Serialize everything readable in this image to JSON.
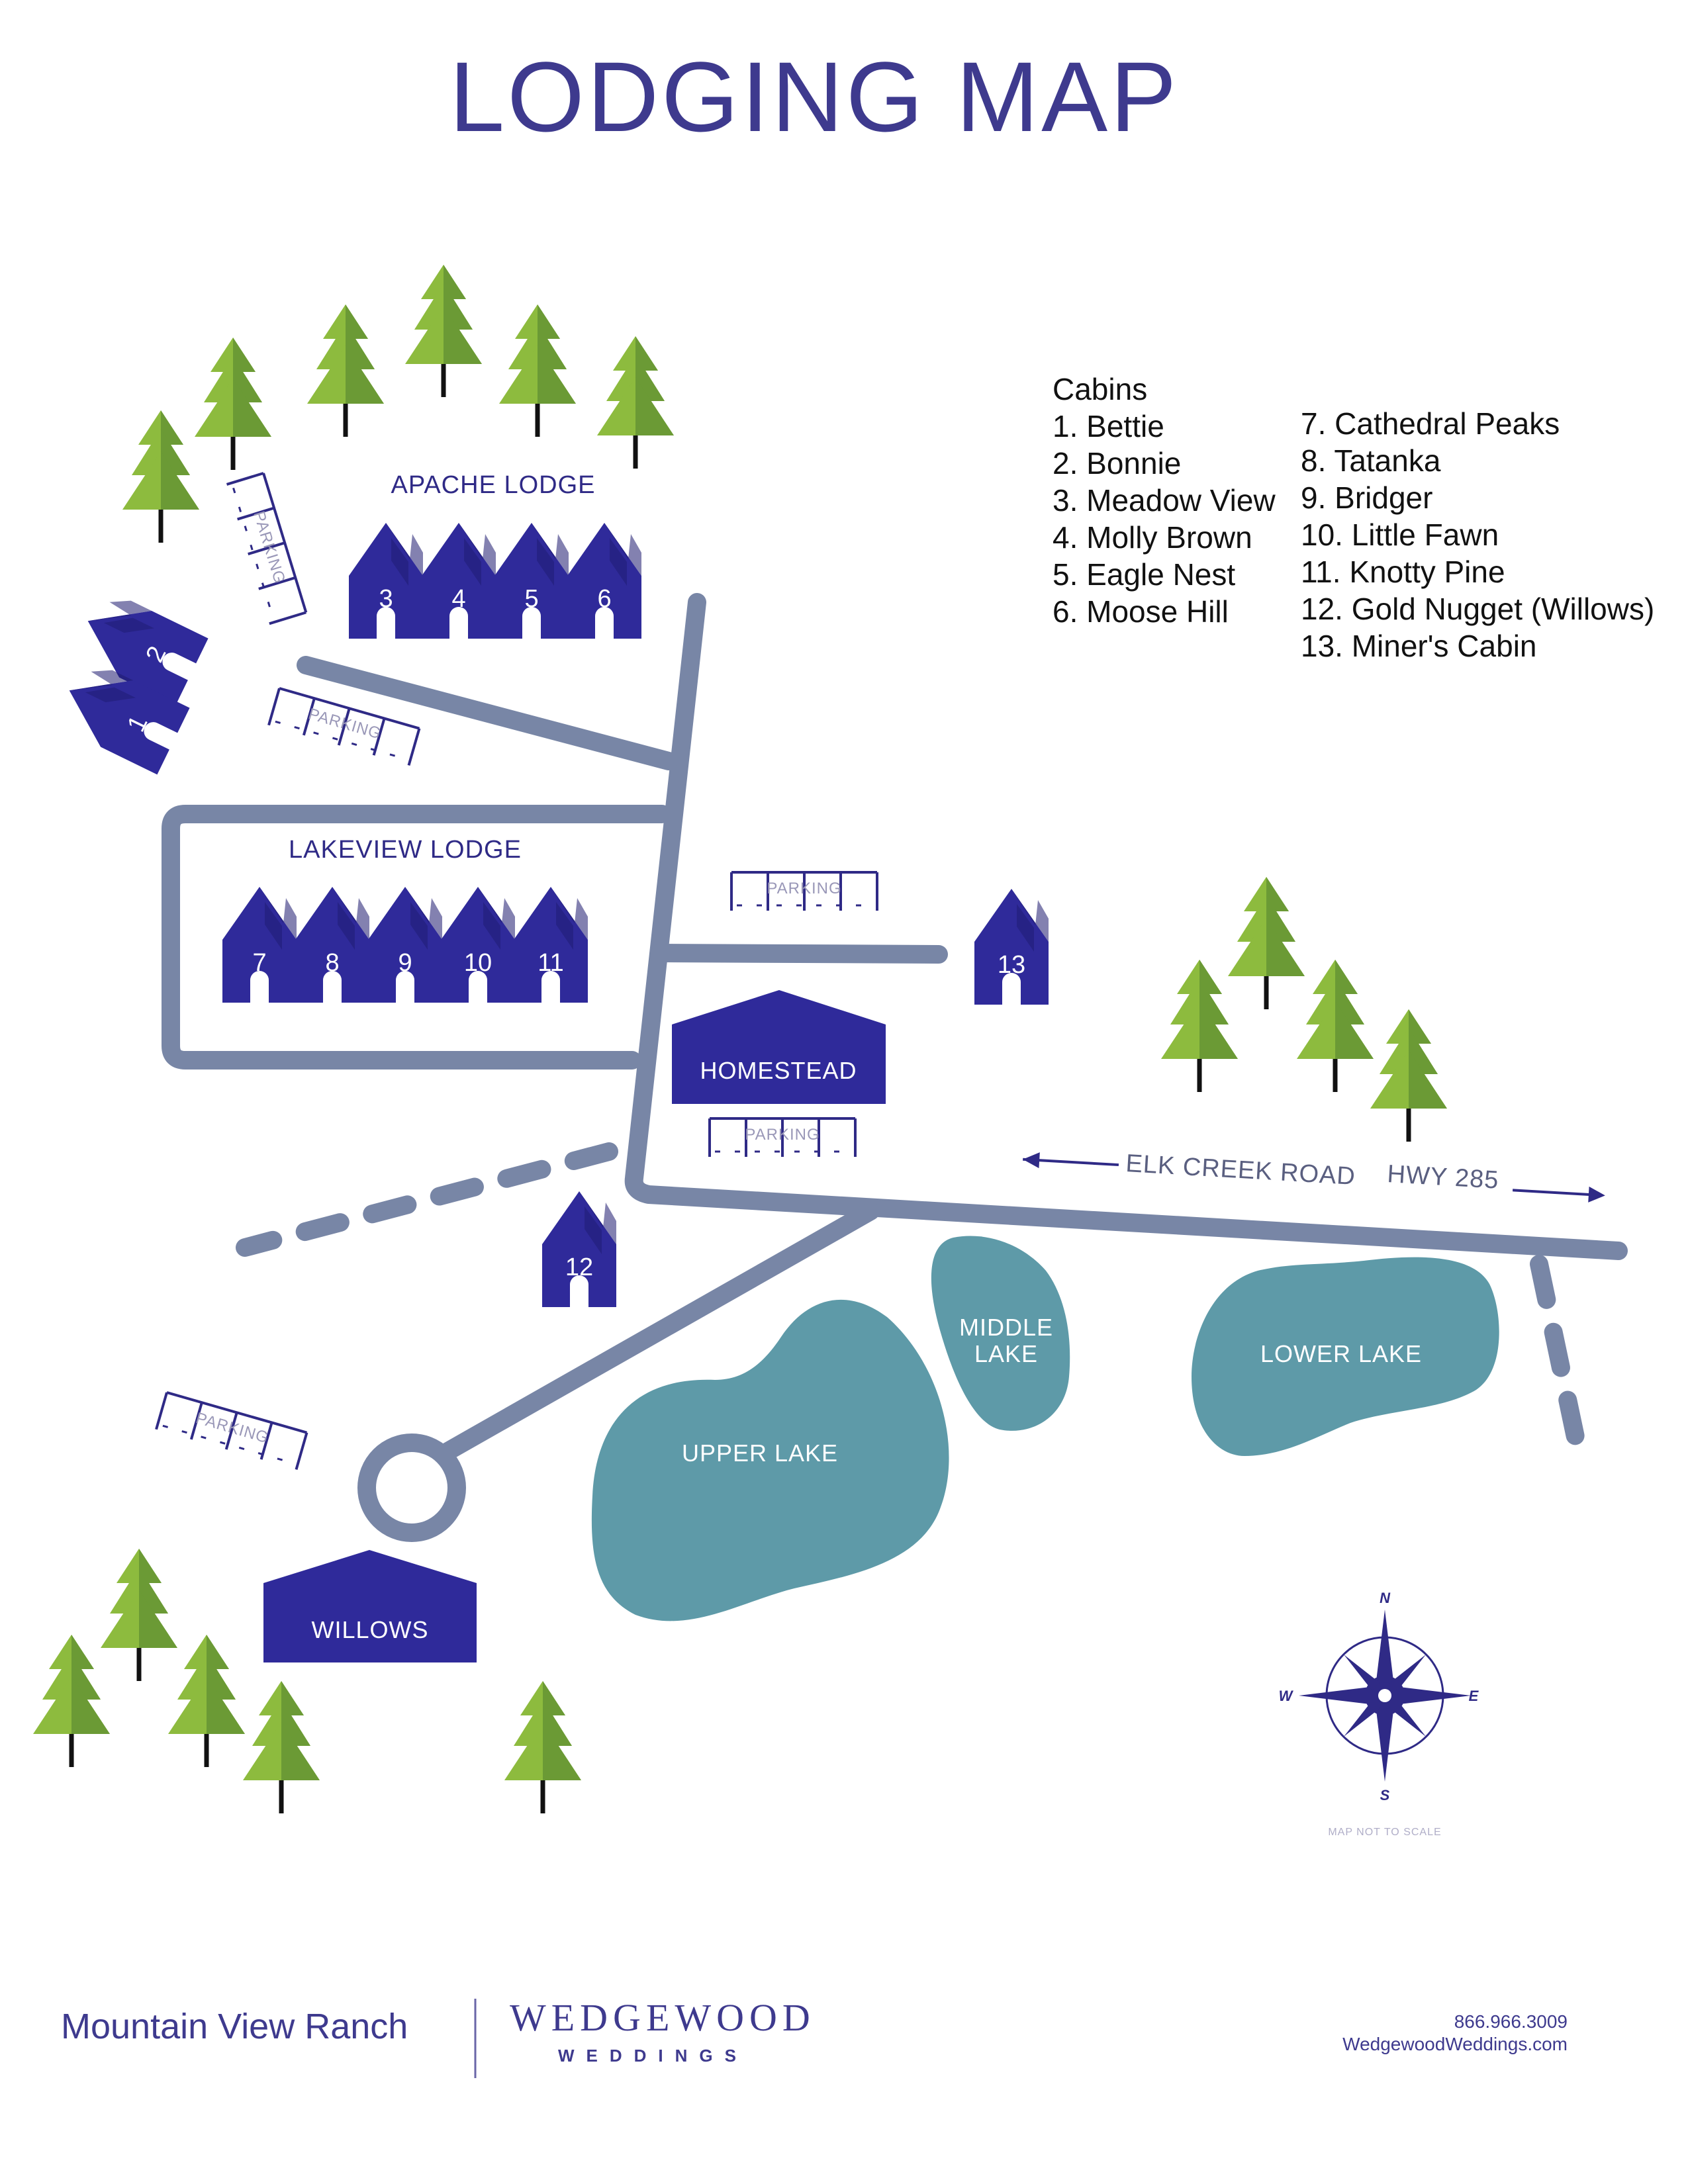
{
  "title": "LODGING MAP",
  "legend": {
    "heading": "Cabins",
    "col1": [
      "1. Bettie",
      "2. Bonnie",
      "3. Meadow View",
      "4. Molly Brown",
      "5. Eagle Nest",
      "6. Moose Hill"
    ],
    "col2": [
      "7. Cathedral Peaks",
      "8. Tatanka",
      "9. Bridger",
      "10. Little Fawn",
      "11. Knotty Pine",
      "12. Gold Nugget (Willows)",
      "13. Miner's Cabin"
    ]
  },
  "lodges": {
    "apache": "APACHE LODGE",
    "lakeview": "LAKEVIEW LODGE",
    "homestead": "HOMESTEAD",
    "willows": "WILLOWS"
  },
  "cabin_numbers": [
    "1",
    "2",
    "3",
    "4",
    "5",
    "6",
    "7",
    "8",
    "9",
    "10",
    "11",
    "12",
    "13"
  ],
  "parking_label": "PARKING",
  "lakes": {
    "upper": "UPPER LAKE",
    "middle_line1": "MIDDLE",
    "middle_line2": "LAKE",
    "lower": "LOWER LAKE"
  },
  "roads": {
    "elk_creek": "ELK CREEK ROAD",
    "hwy": "HWY 285"
  },
  "compass": {
    "n": "N",
    "s": "S",
    "e": "E",
    "w": "W"
  },
  "scale_note": "MAP NOT TO SCALE",
  "footer": {
    "ranch": "Mountain View Ranch",
    "brand": "WEDGEWOOD",
    "brand_sub": "WEDDINGS",
    "phone": "866.966.3009",
    "website": "WedgewoodWeddings.com"
  },
  "colors": {
    "navy": "#2f2a9a",
    "road": "#7886a6",
    "lake": "#5e9aa8",
    "tree_light": "#8dbb3e",
    "tree_dark": "#6b9a35"
  }
}
